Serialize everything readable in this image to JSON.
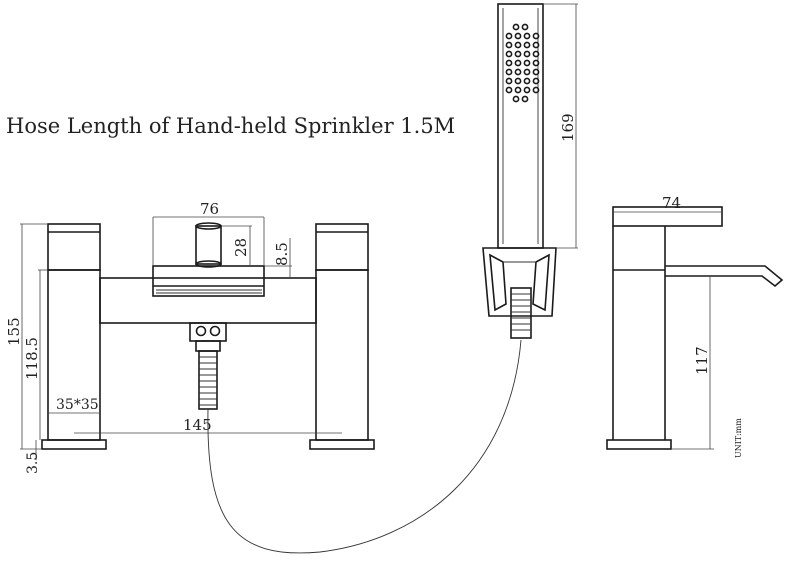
{
  "caption": "Hose Length of Hand-held Sprinkler 1.5M",
  "unit_note": "UNIT:mm",
  "dimensions": {
    "top_width": "76",
    "knob_height": "28",
    "spout_drop": "8.5",
    "total_height": "155",
    "body_height": "118.5",
    "base_height": "3.5",
    "pillar_section": "35*35",
    "center_spacing": "145",
    "handset_length": "169",
    "side_depth": "74",
    "side_spout_height": "117"
  }
}
